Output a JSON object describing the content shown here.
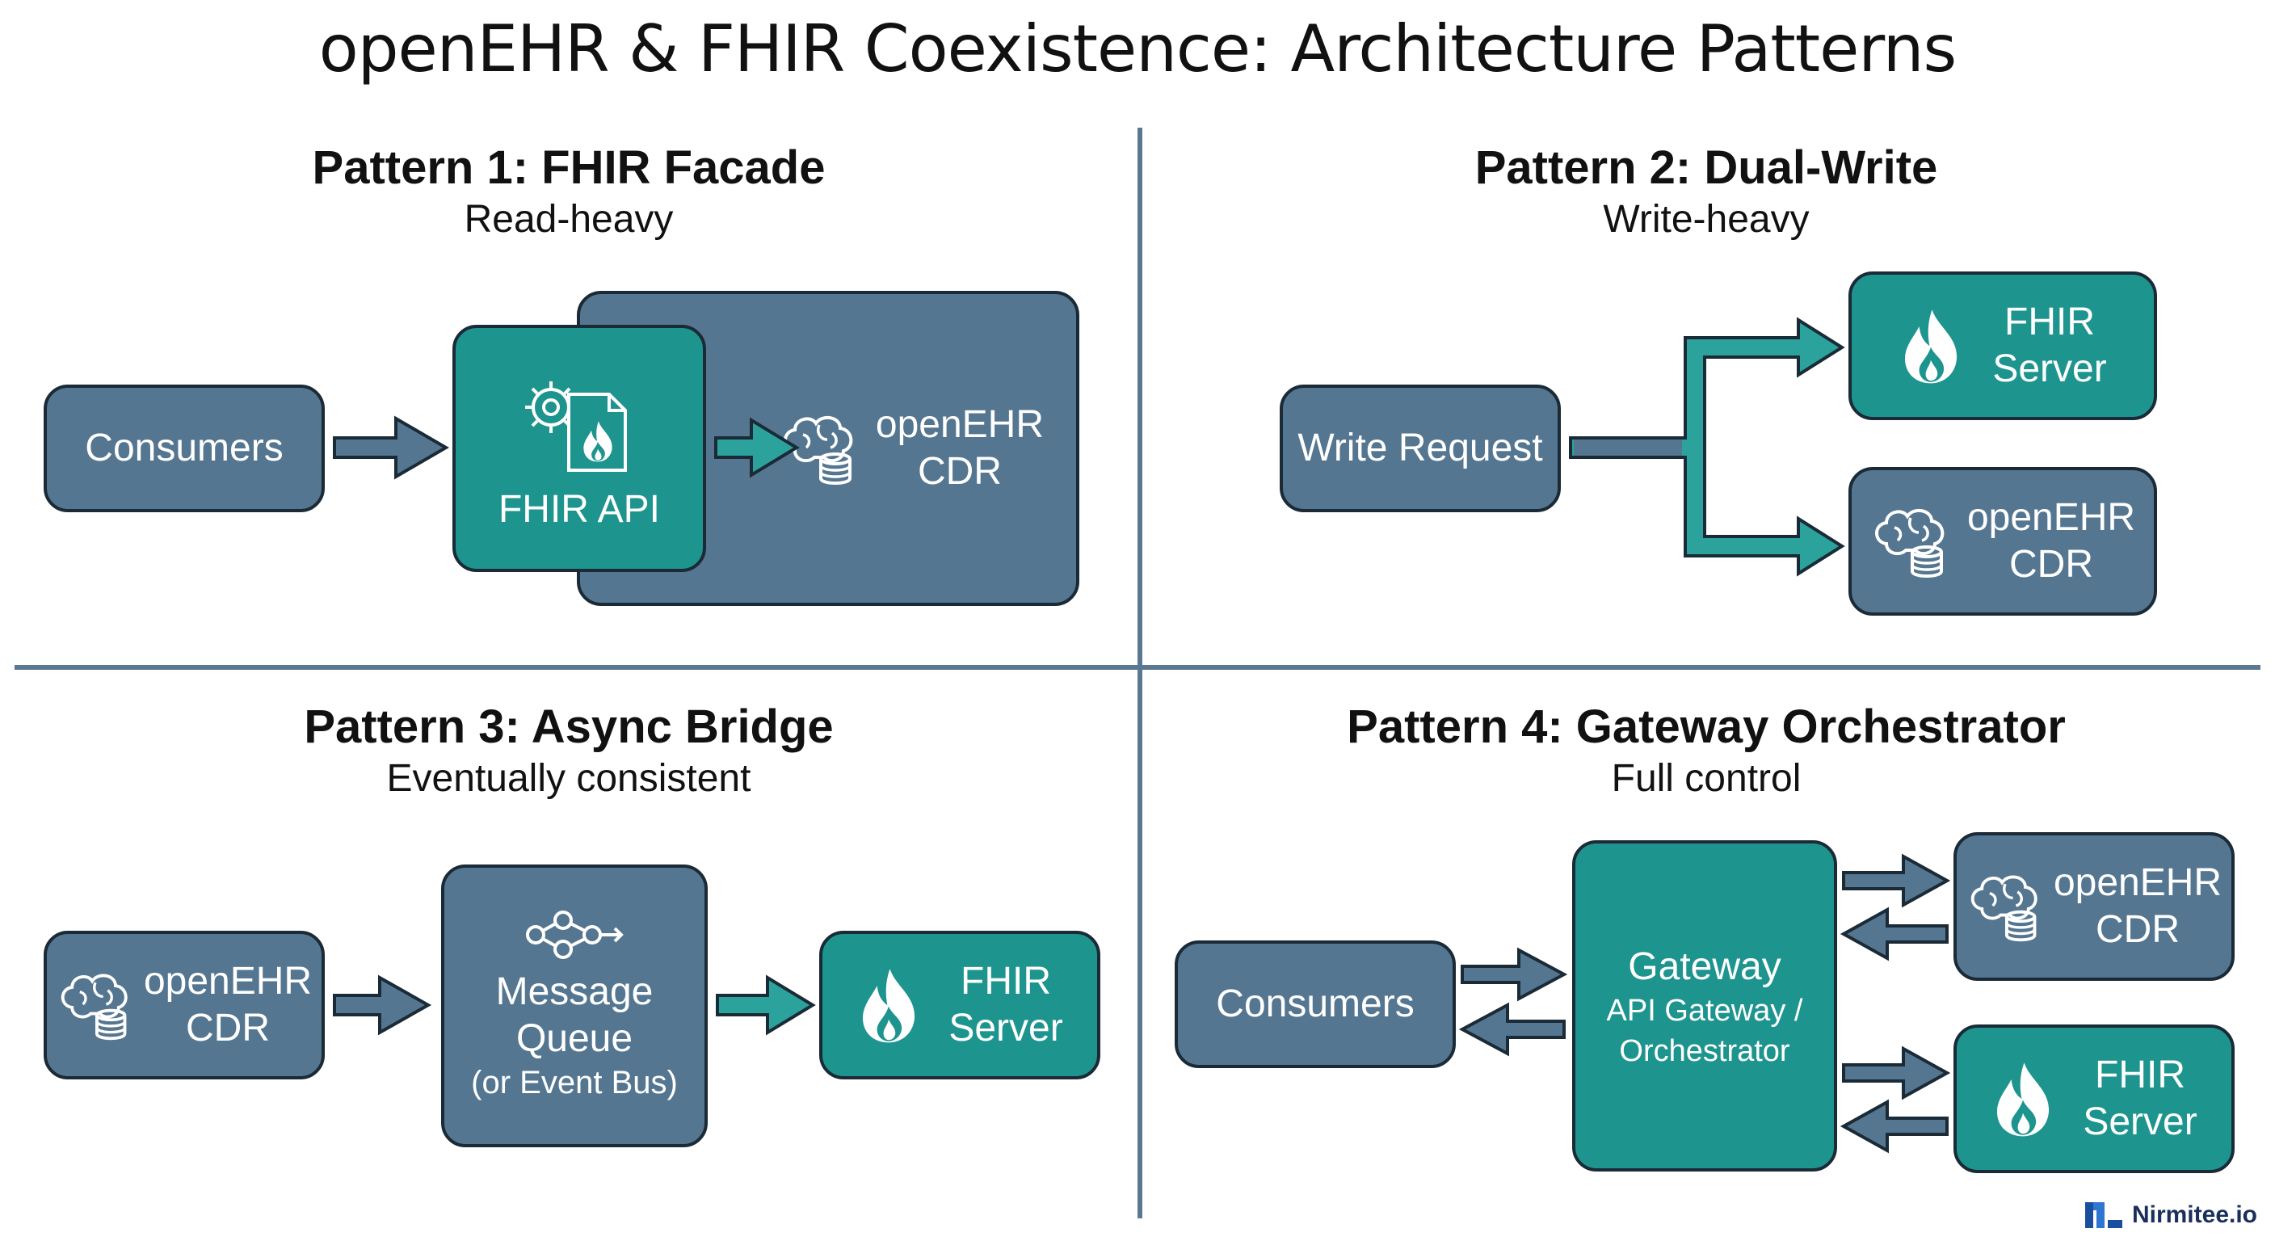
{
  "title": "openEHR & FHIR Coexistence: Architecture Patterns",
  "patterns": [
    {
      "title": "Pattern 1: FHIR Facade",
      "subtitle": "Read-heavy",
      "consumers": "Consumers",
      "api": "FHIR API",
      "cdr_line1": "openEHR",
      "cdr_line2": "CDR"
    },
    {
      "title": "Pattern 2: Dual-Write",
      "subtitle": "Write-heavy",
      "request": "Write Request",
      "fhir_line1": "FHIR",
      "fhir_line2": "Server",
      "cdr_line1": "openEHR",
      "cdr_line2": "CDR"
    },
    {
      "title": "Pattern 3: Async Bridge",
      "subtitle": "Eventually consistent",
      "cdr_line1": "openEHR",
      "cdr_line2": "CDR",
      "queue_line1": "Message",
      "queue_line2": "Queue",
      "queue_line3": "(or Event Bus)",
      "fhir_line1": "FHIR",
      "fhir_line2": "Server"
    },
    {
      "title": "Pattern 4: Gateway Orchestrator",
      "subtitle": "Full control",
      "consumers": "Consumers",
      "gateway": "Gateway",
      "gateway_line2": "API Gateway /",
      "gateway_line3": "Orchestrator",
      "cdr_line1": "openEHR",
      "cdr_line2": "CDR",
      "fhir_line1": "FHIR",
      "fhir_line2": "Server"
    }
  ],
  "logo": "Nirmitee.io",
  "colors": {
    "node_blue": "#557690",
    "node_teal": "#1e948e",
    "outline": "#1a2a36",
    "divider": "#5a7892"
  },
  "icons": [
    "gear-icon",
    "document-icon",
    "flame-icon",
    "brain-icon",
    "database-icon",
    "network-icon"
  ]
}
